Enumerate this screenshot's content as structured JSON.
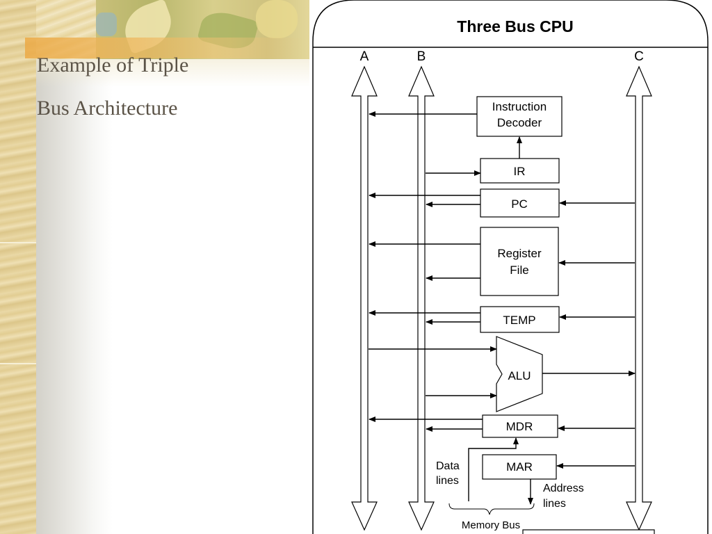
{
  "slide": {
    "title_line1": "Example of Triple",
    "title_line2": "Bus Architecture"
  },
  "diagram": {
    "title": "Three Bus CPU",
    "buses": {
      "a": "A",
      "b": "B",
      "c": "C"
    },
    "blocks": {
      "instruction_decoder_line1": "Instruction",
      "instruction_decoder_line2": "Decoder",
      "ir": "IR",
      "pc": "PC",
      "register_file_line1": "Register",
      "register_file_line2": "File",
      "temp": "TEMP",
      "alu": "ALU",
      "mdr": "MDR",
      "mar": "MAR"
    },
    "labels": {
      "data_lines_line1": "Data",
      "data_lines_line2": "lines",
      "address_lines_line1": "Address",
      "address_lines_line2": "lines",
      "memory_bus": "Memory Bus"
    }
  }
}
